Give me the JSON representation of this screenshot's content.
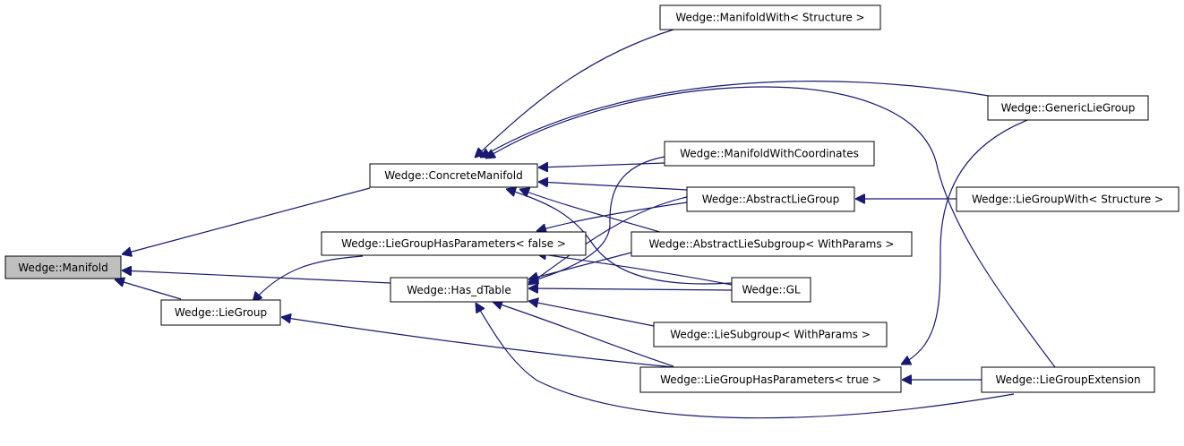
{
  "nodes": [
    {
      "id": "manifold",
      "label": "Wedge::Manifold",
      "root": true
    },
    {
      "id": "concrete",
      "label": "Wedge::ConcreteManifold"
    },
    {
      "id": "liegroup",
      "label": "Wedge::LieGroup"
    },
    {
      "id": "lghp_false",
      "label": "Wedge::LieGroupHasParameters< false >"
    },
    {
      "id": "has_dtable",
      "label": "Wedge::Has_dTable"
    },
    {
      "id": "mf_with",
      "label": "Wedge::ManifoldWith< Structure >"
    },
    {
      "id": "mf_coords",
      "label": "Wedge::ManifoldWithCoordinates"
    },
    {
      "id": "abs_lg",
      "label": "Wedge::AbstractLieGroup"
    },
    {
      "id": "abs_lsg",
      "label": "Wedge::AbstractLieSubgroup< WithParams >"
    },
    {
      "id": "gl",
      "label": "Wedge::GL"
    },
    {
      "id": "lsg",
      "label": "Wedge::LieSubgroup< WithParams >"
    },
    {
      "id": "lghp_true",
      "label": "Wedge::LieGroupHasParameters< true >"
    },
    {
      "id": "generic_lg",
      "label": "Wedge::GenericLieGroup"
    },
    {
      "id": "lg_with",
      "label": "Wedge::LieGroupWith< Structure >"
    },
    {
      "id": "lg_ext",
      "label": "Wedge::LieGroupExtension"
    }
  ]
}
